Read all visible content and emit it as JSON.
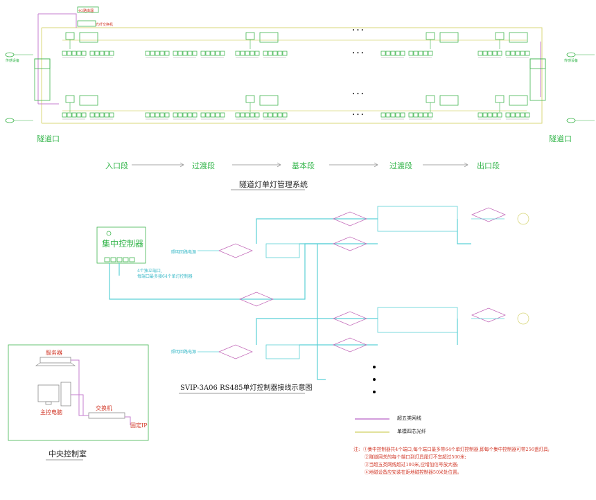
{
  "tunnel": {
    "title": "隧道灯单灯管理系统",
    "entrance_left": "隧道口",
    "entrance_right": "隧道口",
    "sections": [
      "入口段",
      "过渡段",
      "基本段",
      "过渡段",
      "出口段"
    ],
    "top_labels": [
      "4G路由器",
      "光纤交换机"
    ],
    "device_left": "传感设备",
    "device_right": "传感设备",
    "ellipsis": "• • •"
  },
  "wiring": {
    "title": "SVIP-3A06 RS485单灯控制器接线示意图",
    "controller_label": "集中控制器",
    "controller_note_1": "4个独立端口,",
    "controller_note_2": "每端口最多接64个单灯控制器",
    "input_label": "照明回路电源"
  },
  "control_room": {
    "title": "中央控制室",
    "server": "服务器",
    "computer": "主控电脑",
    "switch": "交换机",
    "fixed_ip": "固定IP"
  },
  "legend": {
    "cable": "超五类网线",
    "fiber": "单模四芯光纤"
  },
  "notes": {
    "prefix": "注:",
    "lines": [
      "①集中控制器共4个端口,每个端口最多带64个单灯控制器,即每个集中控制器可带256盏灯具;",
      "②隧道网关的每个端口到灯具尾灯不宜超过500米;",
      "③当超五类网线超过100米,应增加信号放大器;",
      "④地磁设备应安装在距地磁控制器50米处位置。"
    ]
  }
}
